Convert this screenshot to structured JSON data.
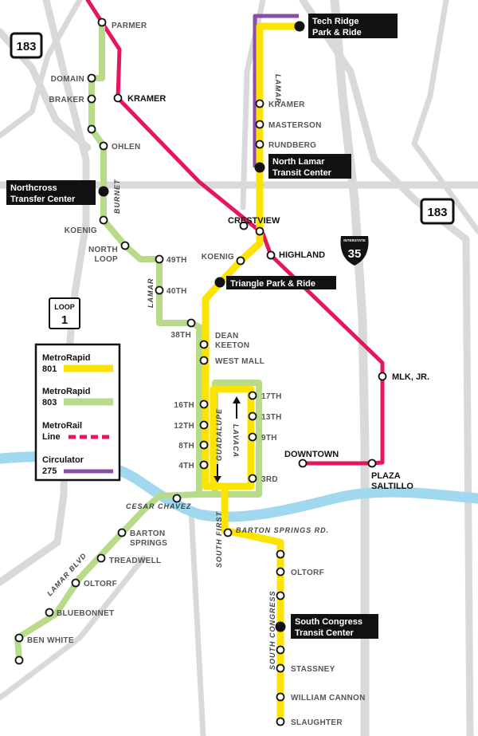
{
  "colors": {
    "metrorapid_801": "#fde400",
    "metrorapid_803": "#b8db8a",
    "metrorail": "#e5175b",
    "circulator": "#8a4fa5",
    "highway": "#d9d9d9",
    "river": "#9fd8ef"
  },
  "highways": {
    "us183_west": "183",
    "us183_east": "183",
    "loop1_label": "LOOP",
    "loop1_number": "1",
    "i35_label": "INTERSTATE",
    "i35_number": "35"
  },
  "hubs": {
    "tech_ridge": [
      "Tech Ridge",
      "Park & Ride"
    ],
    "north_lamar": [
      "North Lamar",
      "Transit Center"
    ],
    "northcross": [
      "Northcross",
      "Transfer Center"
    ],
    "triangle": "Triangle Park & Ride",
    "south_congress": [
      "South Congress",
      "Transit Center"
    ]
  },
  "streets": {
    "lamar_north": "LAMAR",
    "burnet": "BURNET",
    "lamar_mid": "LAMAR",
    "guadalupe": "GUADALUPE",
    "lavaca": "LAVACA",
    "south_first": "SOUTH FIRST",
    "south_congress": "SOUTH CONGRESS",
    "lamar_blvd": "LAMAR BLVD",
    "cesar_chavez": "CESAR CHAVEZ",
    "barton_springs_rd": "BARTON SPRINGS RD."
  },
  "stations": {
    "parmer": "PARMER",
    "domain": "DOMAIN",
    "braker": "BRAKER",
    "kramer_rail": "KRAMER",
    "ohlen": "OHLEN",
    "koenig_west": "KOENIG",
    "north_loop": [
      "NORTH",
      "LOOP"
    ],
    "49th": "49TH",
    "40th": "40TH",
    "38th": "38TH",
    "kramer": "KRAMER",
    "masterson": "MASTERSON",
    "rundberg": "RUNDBERG",
    "crestview": "CRESTVIEW",
    "highland": "HIGHLAND",
    "koenig_east": "KOENIG",
    "dean_keeton": [
      "DEAN",
      "KEETON"
    ],
    "west_mall": "WEST MALL",
    "16th": "16TH",
    "12th": "12TH",
    "8th": "8TH",
    "4th": "4TH",
    "17th": "17TH",
    "13th": "13TH",
    "9th": "9TH",
    "3rd": "3RD",
    "mlk": "MLK, JR.",
    "downtown": "DOWNTOWN",
    "plaza_saltillo": [
      "PLAZA",
      "SALTILLO"
    ],
    "barton_springs": [
      "BARTON",
      "SPRINGS"
    ],
    "treadwell": "TREADWELL",
    "oltorf_west": "OLTORF",
    "bluebonnet": "BLUEBONNET",
    "ben_white": "BEN WHITE",
    "oltorf_east": "OLTORF",
    "stassney": "STASSNEY",
    "william_cannon": "WILLIAM CANNON",
    "slaughter": "SLAUGHTER"
  },
  "legend": {
    "items": [
      {
        "line1": "MetroRapid",
        "line2": "801",
        "color_key": "metrorapid_801",
        "style": "solid"
      },
      {
        "line1": "MetroRapid",
        "line2": "803",
        "color_key": "metrorapid_803",
        "style": "solid"
      },
      {
        "line1": "MetroRail",
        "line2": "Line",
        "color_key": "metrorail",
        "style": "dashed"
      },
      {
        "line1": "Circulator",
        "line2": "275",
        "color_key": "circulator",
        "style": "solid"
      }
    ]
  }
}
